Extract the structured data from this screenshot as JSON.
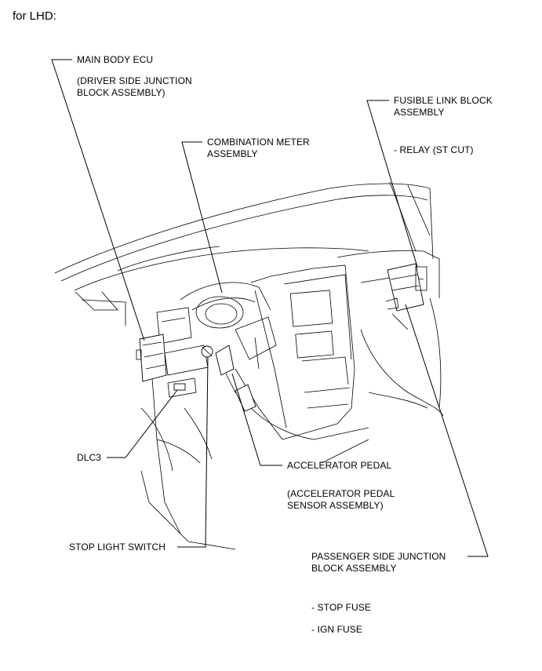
{
  "header": "for LHD:",
  "callouts": {
    "main_body_ecu": {
      "title": "MAIN BODY ECU",
      "sub1": "(DRIVER SIDE JUNCTION",
      "sub2": "BLOCK ASSEMBLY)"
    },
    "combination_meter": {
      "line1": "COMBINATION METER",
      "line2": "ASSEMBLY"
    },
    "fusible_link": {
      "line1": "FUSIBLE LINK BLOCK",
      "line2": "ASSEMBLY",
      "note": "- RELAY (ST CUT)"
    },
    "dlc3": {
      "title": "DLC3"
    },
    "accelerator_pedal": {
      "title": "ACCELERATOR PEDAL",
      "sub1": "(ACCELERATOR PEDAL",
      "sub2": "SENSOR ASSEMBLY)"
    },
    "stop_light_switch": {
      "title": "STOP LIGHT SWITCH"
    },
    "passenger_jb": {
      "line1": "PASSENGER SIDE JUNCTION",
      "line2": "BLOCK ASSEMBLY",
      "note1": "- STOP FUSE",
      "note2": "- IGN FUSE"
    }
  }
}
